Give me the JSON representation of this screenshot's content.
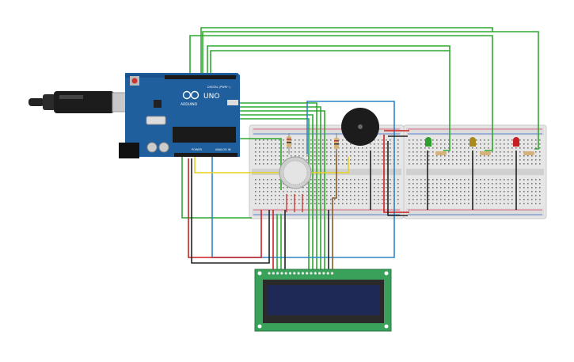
{
  "arduino": {
    "brand": "ARDUINO",
    "model": "UNO",
    "digital_label": "DIGITAL (PWM~)",
    "power_label": "POWER",
    "analog_label": "ANALOG IN",
    "board_color": "#1f5f9e"
  },
  "components": {
    "usb_cable": "usb-cable",
    "gas_sensor": "gas-sensor",
    "buzzer": "piezo-buzzer",
    "lcd": "lcd-16x2",
    "leds": [
      {
        "name": "green-led",
        "color": "#2e9e2e"
      },
      {
        "name": "yellow-led",
        "color": "#a88a1a"
      },
      {
        "name": "red-led",
        "color": "#c82020"
      }
    ]
  },
  "wire_colors": {
    "green": "#2fa82f",
    "blue": "#2a86c4",
    "yellow": "#e8cf1e",
    "red": "#cc1f1f",
    "black": "#222222",
    "brown": "#8a5a2b"
  },
  "lcd": {
    "screen_color": "#1e2a55",
    "pcb_color": "#3aa15a"
  }
}
